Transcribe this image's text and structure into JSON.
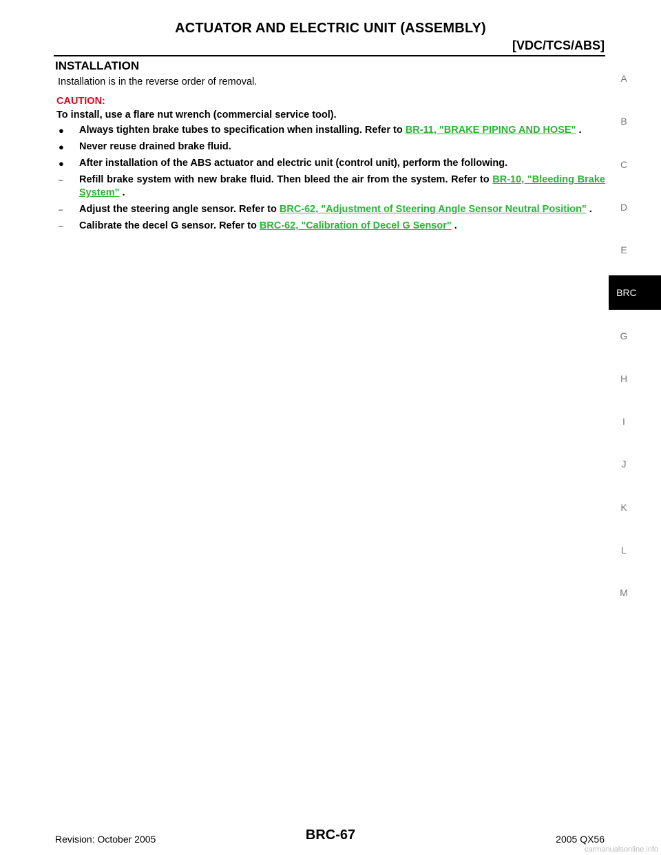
{
  "header": {
    "title": "ACTUATOR AND ELECTRIC UNIT (ASSEMBLY)",
    "subtitle": "[VDC/TCS/ABS]"
  },
  "section": {
    "heading": "INSTALLATION",
    "intro": "Installation is in the reverse order of removal.",
    "caution_label": "CAUTION:",
    "caution_text": "To install, use a flare nut wrench (commercial service tool).",
    "items": [
      {
        "marker": "●",
        "pre": "Always tighten brake tubes to specification when installing. Refer to ",
        "link": "BR-11, \"BRAKE PIPING AND HOSE\"",
        "post": " ."
      },
      {
        "marker": "●",
        "pre": "Never reuse drained brake fluid.",
        "link": "",
        "post": ""
      },
      {
        "marker": "●",
        "pre": "After installation of the ABS actuator and electric unit (control unit), perform the following.",
        "link": "",
        "post": ""
      },
      {
        "marker": "–",
        "pre": "Refill brake system with new brake fluid. Then bleed the air from the system. Refer to ",
        "link": "BR-10, \"Bleeding Brake System\"",
        "post": " ."
      },
      {
        "marker": "–",
        "pre": "Adjust the steering angle sensor. Refer to ",
        "link": "BRC-62, \"Adjustment of Steering Angle Sensor Neutral Position\"",
        "post": " ."
      },
      {
        "marker": "–",
        "pre": "Calibrate the decel G sensor. Refer to ",
        "link": "BRC-62, \"Calibration of Decel G Sensor\"",
        "post": " ."
      }
    ]
  },
  "side_index": {
    "letters": [
      "A",
      "B",
      "C",
      "D",
      "E",
      "G",
      "H",
      "I",
      "J",
      "K",
      "L",
      "M"
    ],
    "active_tab": "BRC"
  },
  "footer": {
    "revision": "Revision: October 2005",
    "page": "BRC-67",
    "model": "2005 QX56"
  },
  "watermark": "carmanualsonline.info",
  "colors": {
    "caution": "#e8001c",
    "link": "#29b432"
  }
}
